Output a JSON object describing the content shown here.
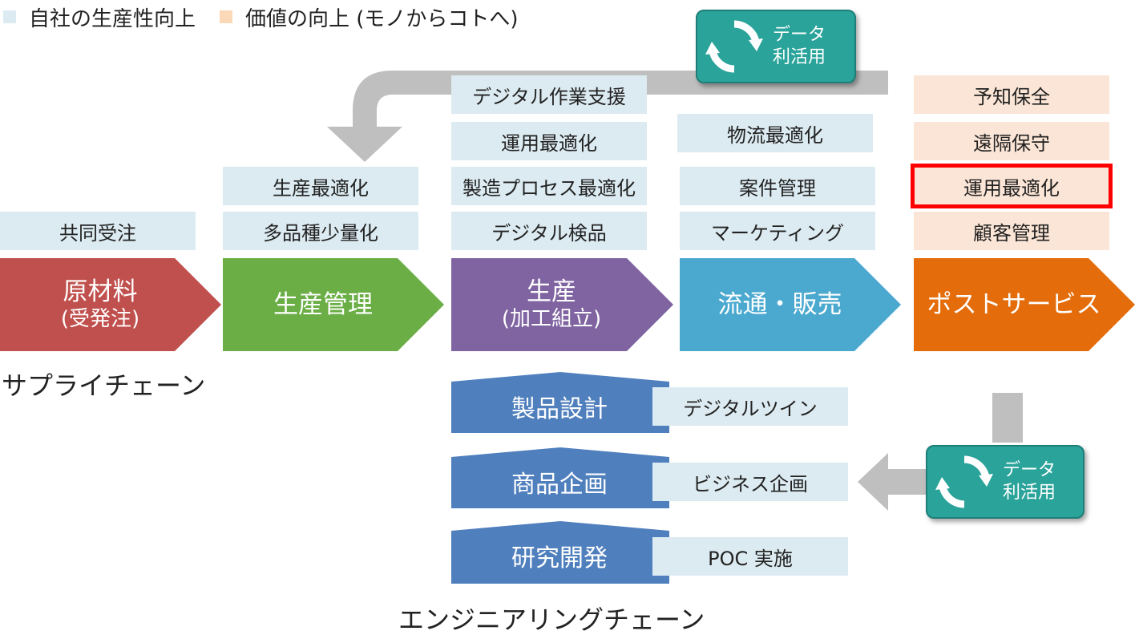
{
  "legend": [
    {
      "label": "自社の生産性向上",
      "color": "#dcebf1"
    },
    {
      "label": "価値の向上 (モノからコトへ)",
      "color": "#fbd8b8"
    }
  ],
  "data_button": {
    "line1": "データ",
    "line2": "利活用",
    "icon": "refresh-cycle-icon"
  },
  "chain": [
    {
      "title": "原材料",
      "sub": "(受発注)",
      "color": "#c0504d"
    },
    {
      "title": "生産管理",
      "sub": "",
      "color": "#6aae45"
    },
    {
      "title": "生産",
      "sub": "(加工組立)",
      "color": "#8064a2"
    },
    {
      "title": "流通・販売",
      "sub": "",
      "color": "#4ba9d0"
    },
    {
      "title": "ポストサービス",
      "sub": "",
      "color": "#e46c0a"
    }
  ],
  "supply_label": "サプライチェーン",
  "engineering_label": "エンジニアリングチェーン",
  "col1": [
    "共同受注"
  ],
  "col2": [
    "生産最適化",
    "多品種少量化"
  ],
  "col3": [
    "デジタル作業支援",
    "運用最適化",
    "製造プロセス最適化",
    "デジタル検品"
  ],
  "col4": [
    "物流最適化",
    "案件管理",
    "マーケティング"
  ],
  "col5": [
    "予知保全",
    "遠隔保守",
    "運用最適化",
    "顧客管理"
  ],
  "engineering": [
    {
      "title": "製品設計",
      "item": "デジタルツイン"
    },
    {
      "title": "商品企画",
      "item": "ビジネス企画"
    },
    {
      "title": "研究開発",
      "item": "POC 実施"
    }
  ]
}
